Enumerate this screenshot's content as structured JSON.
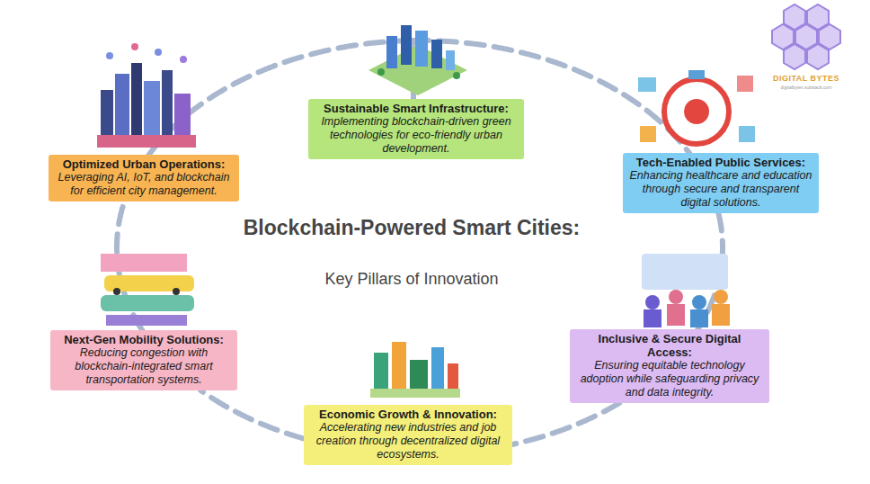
{
  "diagram": {
    "title": "Blockchain-Powered Smart Cities:",
    "nodes": [
      {
        "text": [
          "Sustainable Smart Infrastructure:",
          "Implementing blockchain-driven green technologies for eco-friendly urban development."
        ]
      },
      {
        "text": [
          "Optimized Urban Operations:",
          "Leveraging AI, IoT, and blockchain for efficient city management."
        ]
      },
      {
        "text": [
          "Tech-Enabled Public Services:",
          "Enhancing healthcare and education through secure and transparent digital solutions."
        ]
      },
      {
        "text": [
          "Next-Gen Mobility Solutions:",
          "Reducing congestion with blockchain-integrated smart transportation systems."
        ]
      },
      {
        "text": [
          "Inclusive & Secure Digital Access:",
          "Ensuring equitable technology adoption while safeguarding privacy and data integrity."
        ]
      },
      {
        "text": [
          "Economic Growth & Innovation:",
          "Accelerating new industries and job creation through decentralized digital ecosystems."
        ]
      }
    ],
    "edges": [
      {
        "from": 0,
        "to": 2,
        "arrow": "none"
      },
      {
        "from": 2,
        "to": 4,
        "arrow": "none"
      },
      {
        "from": 4,
        "to": 5,
        "arrow": "none"
      },
      {
        "from": 5,
        "to": 3,
        "arrow": "none"
      },
      {
        "from": 3,
        "to": 1,
        "arrow": "none"
      },
      {
        "from": 1,
        "to": 0,
        "arrow": "none"
      }
    ],
    "labels": [
      "Key Pillars of Innovation",
      "DIGITAL BYTES",
      "digitalbytes.substack.com"
    ]
  }
}
